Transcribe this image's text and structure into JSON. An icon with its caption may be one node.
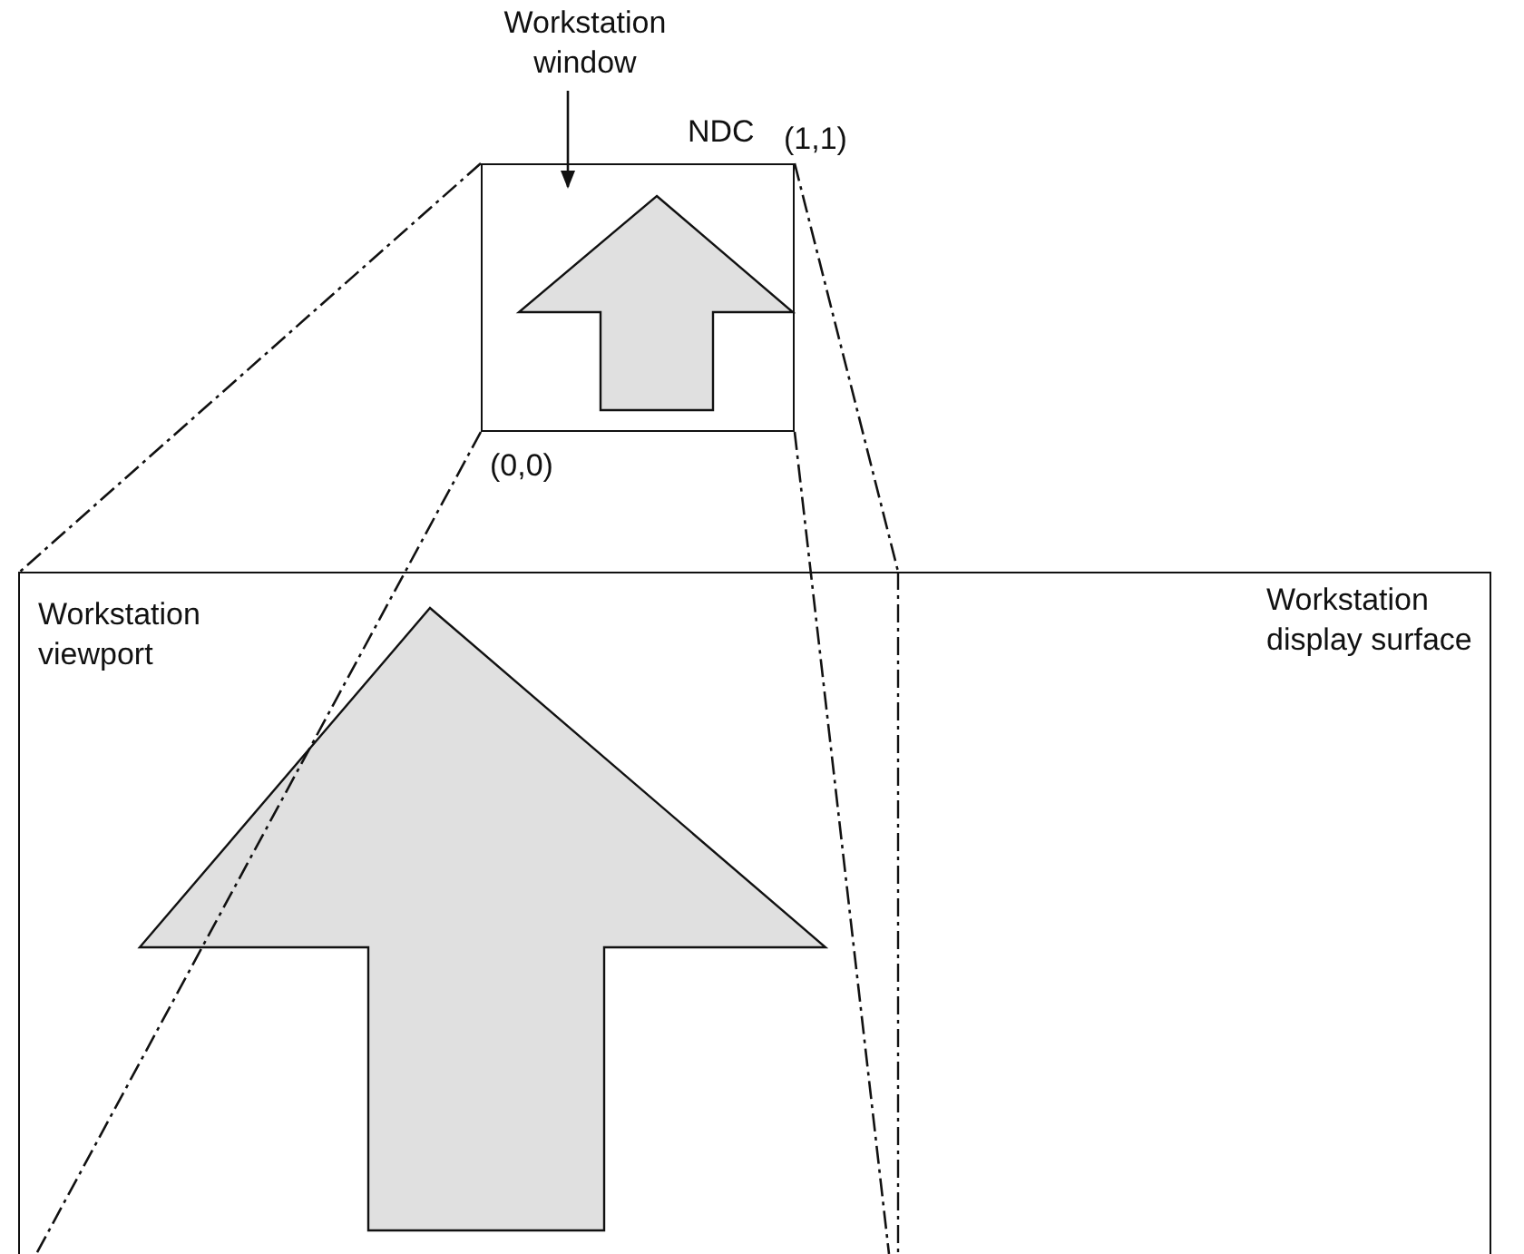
{
  "diagram": {
    "nodes": [
      {
        "text": [
          "Workstation window"
        ]
      },
      {
        "text": [
          "NDC"
        ]
      },
      {
        "text": [
          "Workstation viewport"
        ]
      }
    ],
    "edges": [
      {
        "from": 0,
        "to": 1,
        "arrow": "to"
      },
      {
        "from": 1,
        "to": 2,
        "arrow": "none",
        "style": "dashed"
      },
      {
        "from": 1,
        "to": 2,
        "arrow": "none",
        "style": "dashed"
      },
      {
        "from": 1,
        "to": 2,
        "arrow": "none",
        "style": "dashed"
      },
      {
        "from": 1,
        "to": 2,
        "arrow": "none",
        "style": "dashed"
      }
    ],
    "labels": [
      "(1,1)",
      "(0,0)",
      "Workstation display surface"
    ]
  }
}
